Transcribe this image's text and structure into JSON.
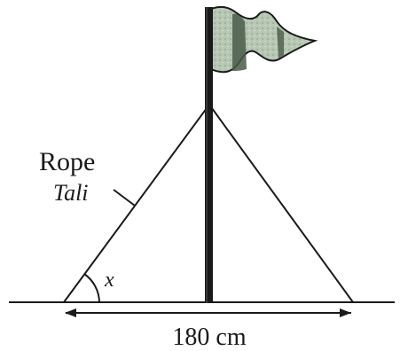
{
  "figure": {
    "rope_label": "Rope",
    "rope_label_translation": "Tali",
    "angle_label": "x",
    "base_dimension": "180 cm"
  },
  "colors": {
    "ink": "#1a1a1a",
    "flag_fill": "#b7c7b3",
    "flag_stripe": "#4a5a4a"
  }
}
